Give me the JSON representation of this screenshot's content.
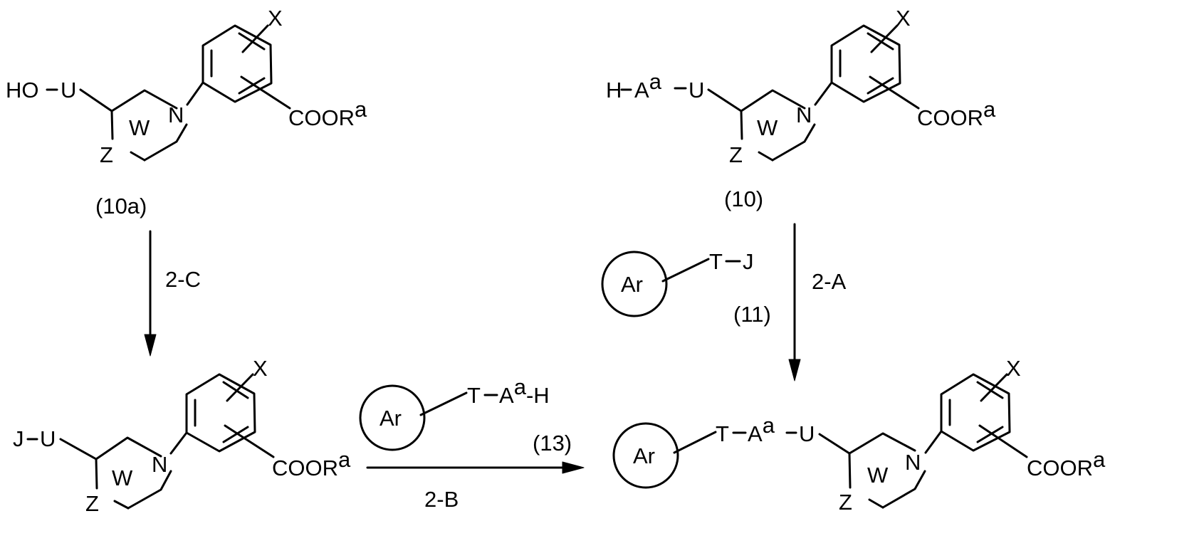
{
  "compounds": {
    "c10a": {
      "label": "(10a)",
      "prefix_HO": "HO",
      "prefix_U": "U"
    },
    "c10": {
      "label": "(10)",
      "prefix_H": "H",
      "prefix_A": "A",
      "prefix_a": "a",
      "prefix_U": "U"
    },
    "c12": {
      "prefix_J": "J",
      "prefix_U": "U"
    },
    "c14": {
      "prefix_T": "T",
      "prefix_A": "A",
      "prefix_a": "a",
      "prefix_U": "U"
    }
  },
  "common": {
    "ring_letter": "W",
    "ring_Z": "Z",
    "ring_N": "N",
    "substituent_X": "X",
    "ester": "COOR",
    "ester_sup": "a",
    "aryl": "Ar"
  },
  "reagents": {
    "r11": {
      "label": "(11)",
      "T": "T",
      "J": "J"
    },
    "r13": {
      "label": "(13)",
      "T": "T",
      "A": "A",
      "a": "a",
      "H": "H"
    }
  },
  "steps": {
    "step_2C": "2-C",
    "step_2A": "2-A",
    "step_2B": "2-B"
  }
}
